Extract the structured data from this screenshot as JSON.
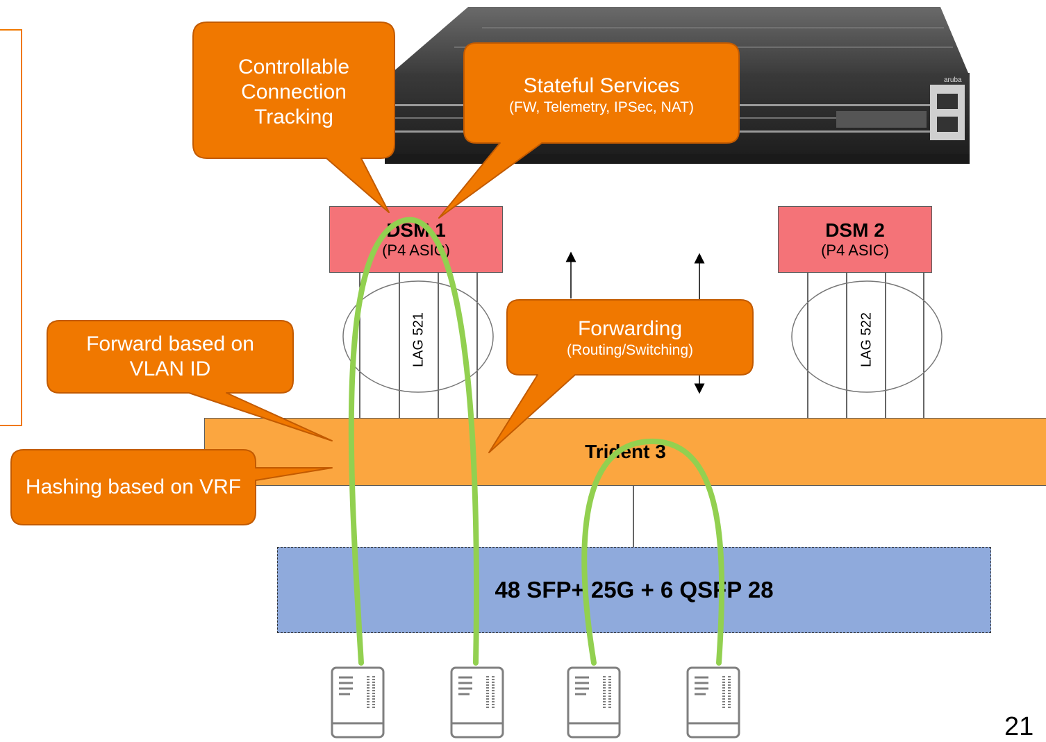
{
  "callouts": {
    "conn_tracking": "Controllable Connection Tracking",
    "stateful_title": "Stateful Services",
    "stateful_sub": "(FW, Telemetry, IPSec, NAT)",
    "forward_vlan": "Forward based on VLAN ID",
    "hashing_vrf": "Hashing based on VRF",
    "forwarding_title": "Forwarding",
    "forwarding_sub": "(Routing/Switching)"
  },
  "dsm1": {
    "title": "DSM 1",
    "subtitle": "(P4 ASIC)"
  },
  "dsm2": {
    "title": "DSM 2",
    "subtitle": "(P4 ASIC)"
  },
  "lag1": "LAG 521",
  "lag2": "LAG 522",
  "trident": "Trident 3",
  "ports": "48 SFP+ 25G + 6 QSFP 28",
  "page_number": "21",
  "colors": {
    "callout": "#F07800",
    "dsm": "#F47378",
    "trident": "#FBA640",
    "ports": "#8FAADC",
    "loop": "#92D050"
  },
  "icons": [
    "switch-hardware-image",
    "server-icon"
  ]
}
